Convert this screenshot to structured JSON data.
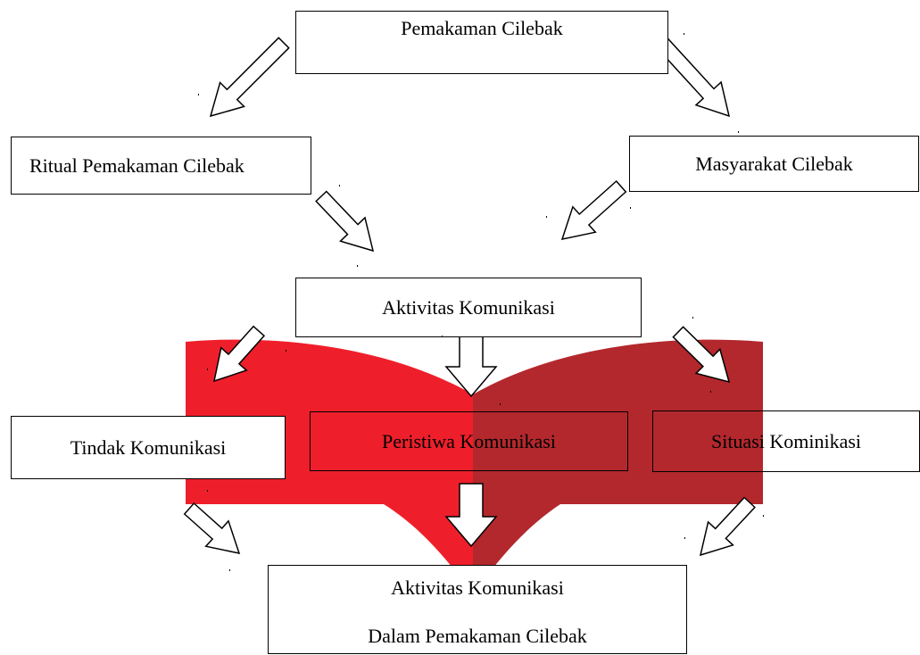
{
  "diagram": {
    "top": "Pemakaman Cilebak",
    "left_branch": "Ritual Pemakaman Cilebak",
    "right_branch": "Masyarakat Cilebak",
    "center": "Aktivitas Komunikasi",
    "components": [
      "Tindak Komunikasi",
      "Peristiwa Komunikasi",
      "Situasi Kominikasi"
    ],
    "result": {
      "line1": "Aktivitas Komunikasi",
      "line2": "Dalam Pemakaman Cilebak"
    }
  },
  "colors": {
    "ribbon_left": "#ee1f2b",
    "ribbon_right": "#b3282d",
    "stroke": "#000000"
  }
}
